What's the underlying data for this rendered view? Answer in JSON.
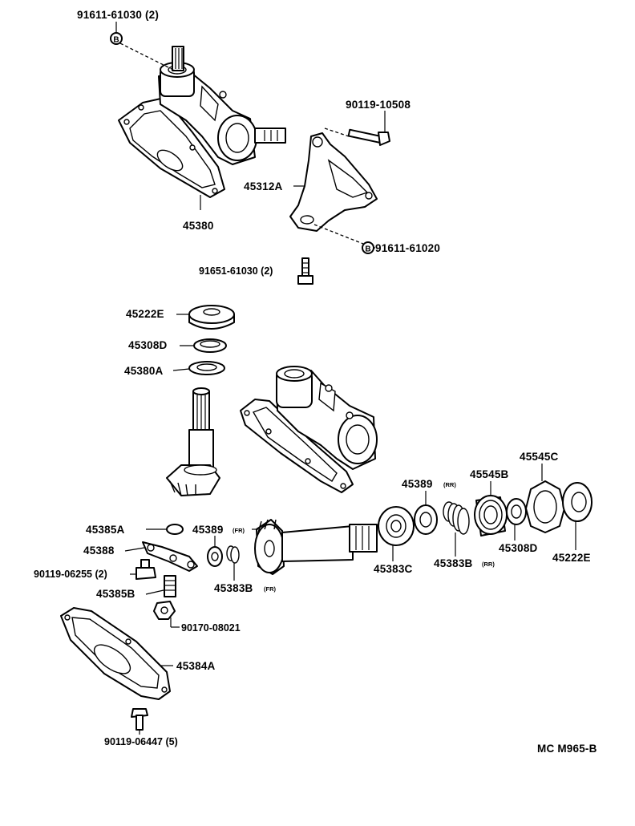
{
  "diagram": {
    "code": "MC M965-B",
    "marker_letter": "B",
    "labels": {
      "p91611_61030": "91611-61030 (2)",
      "p90119_10508": "90119-10508",
      "p45312A": "45312A",
      "p45380": "45380",
      "p91611_61020": "91611-61020",
      "p91651_61030": "91651-61030 (2)",
      "p45222E_top": "45222E",
      "p45308D_top": "45308D",
      "p45380A": "45380A",
      "p45389_rr": "45389",
      "p45389_rr_sup": "(RR)",
      "p45545B": "45545B",
      "p45545C": "45545C",
      "p45385A": "45385A",
      "p45389_fr": "45389",
      "p45389_fr_sup": "(FR)",
      "p45388": "45388",
      "p90119_06255": "90119-06255 (2)",
      "p45385B": "45385B",
      "p45383B_fr": "45383B",
      "p45383B_fr_sup": "(FR)",
      "p45383C": "45383C",
      "p45383B_rr": "45383B",
      "p45383B_rr_sup": "(RR)",
      "p45308D_right": "45308D",
      "p45222E_right": "45222E",
      "p90170_08021": "90170-08021",
      "p45384A": "45384A",
      "p90119_06447": "90119-06447 (5)"
    }
  }
}
